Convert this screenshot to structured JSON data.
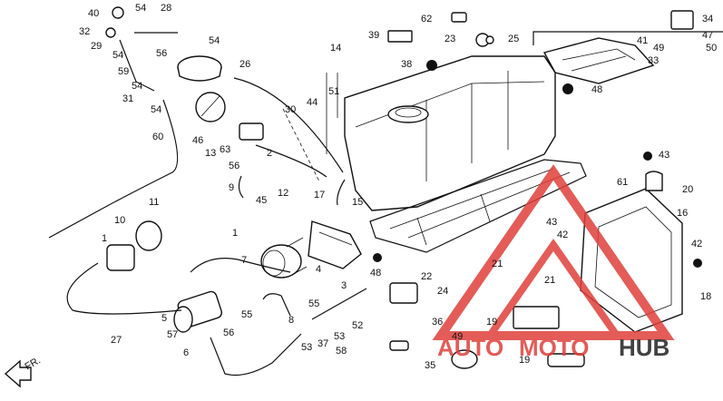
{
  "diagram": {
    "callouts": [
      {
        "id": "c40",
        "text": "40"
      },
      {
        "id": "c54a",
        "text": "54"
      },
      {
        "id": "c28",
        "text": "28"
      },
      {
        "id": "c32",
        "text": "32"
      },
      {
        "id": "c29",
        "text": "29"
      },
      {
        "id": "c54b",
        "text": "54"
      },
      {
        "id": "c54c",
        "text": "54"
      },
      {
        "id": "c56a",
        "text": "56"
      },
      {
        "id": "c26",
        "text": "26"
      },
      {
        "id": "c59",
        "text": "59"
      },
      {
        "id": "c54d",
        "text": "54"
      },
      {
        "id": "c31",
        "text": "31"
      },
      {
        "id": "c54e",
        "text": "54"
      },
      {
        "id": "c60",
        "text": "60"
      },
      {
        "id": "c46",
        "text": "46"
      },
      {
        "id": "c13",
        "text": "13"
      },
      {
        "id": "c63",
        "text": "63"
      },
      {
        "id": "c30",
        "text": "30"
      },
      {
        "id": "c44",
        "text": "44"
      },
      {
        "id": "c14",
        "text": "14"
      },
      {
        "id": "c51",
        "text": "51"
      },
      {
        "id": "c39",
        "text": "39"
      },
      {
        "id": "c62",
        "text": "62"
      },
      {
        "id": "c23",
        "text": "23"
      },
      {
        "id": "c25",
        "text": "25"
      },
      {
        "id": "c38",
        "text": "38"
      },
      {
        "id": "c48a",
        "text": "48"
      },
      {
        "id": "c34",
        "text": "34"
      },
      {
        "id": "c47",
        "text": "47"
      },
      {
        "id": "c41",
        "text": "41"
      },
      {
        "id": "c49",
        "text": "49"
      },
      {
        "id": "c50",
        "text": "50"
      },
      {
        "id": "c33",
        "text": "33"
      },
      {
        "id": "c43a",
        "text": "43"
      },
      {
        "id": "c61",
        "text": "61"
      },
      {
        "id": "c20",
        "text": "20"
      },
      {
        "id": "c16",
        "text": "16"
      },
      {
        "id": "c43b",
        "text": "43"
      },
      {
        "id": "c42a",
        "text": "42"
      },
      {
        "id": "c42b",
        "text": "42"
      },
      {
        "id": "c56b",
        "text": "56"
      },
      {
        "id": "c2",
        "text": "2"
      },
      {
        "id": "c12",
        "text": "12"
      },
      {
        "id": "c17",
        "text": "17"
      },
      {
        "id": "c9",
        "text": "9"
      },
      {
        "id": "c45",
        "text": "45"
      },
      {
        "id": "c15",
        "text": "15"
      },
      {
        "id": "c11",
        "text": "11"
      },
      {
        "id": "c10",
        "text": "10"
      },
      {
        "id": "c1a",
        "text": "1"
      },
      {
        "id": "c1b",
        "text": "1"
      },
      {
        "id": "c7",
        "text": "7"
      },
      {
        "id": "c4",
        "text": "4"
      },
      {
        "id": "c48b",
        "text": "48"
      },
      {
        "id": "c3",
        "text": "3"
      },
      {
        "id": "c22",
        "text": "22"
      },
      {
        "id": "c21a",
        "text": "21"
      },
      {
        "id": "c21b",
        "text": "21"
      },
      {
        "id": "c18",
        "text": "18"
      },
      {
        "id": "c24",
        "text": "24"
      },
      {
        "id": "c5",
        "text": "5"
      },
      {
        "id": "c57",
        "text": "57"
      },
      {
        "id": "c55a",
        "text": "55"
      },
      {
        "id": "c56c",
        "text": "56"
      },
      {
        "id": "c8",
        "text": "8"
      },
      {
        "id": "c55b",
        "text": "55"
      },
      {
        "id": "c52",
        "text": "52"
      },
      {
        "id": "c6",
        "text": "6"
      },
      {
        "id": "c27",
        "text": "27"
      },
      {
        "id": "c53a",
        "text": "53"
      },
      {
        "id": "c37",
        "text": "37"
      },
      {
        "id": "c53b",
        "text": "53"
      },
      {
        "id": "c58",
        "text": "58"
      },
      {
        "id": "c36",
        "text": "36"
      },
      {
        "id": "c49b",
        "text": "49"
      },
      {
        "id": "c19a",
        "text": "19"
      },
      {
        "id": "c35",
        "text": "35"
      },
      {
        "id": "c19b",
        "text": "19"
      }
    ],
    "direction_label": "FR.",
    "watermark": {
      "part1": "AUTO",
      "part2": "MOTO",
      "part3": "HUB",
      "color_red": "#e0403a",
      "color_dark": "#222222"
    }
  }
}
